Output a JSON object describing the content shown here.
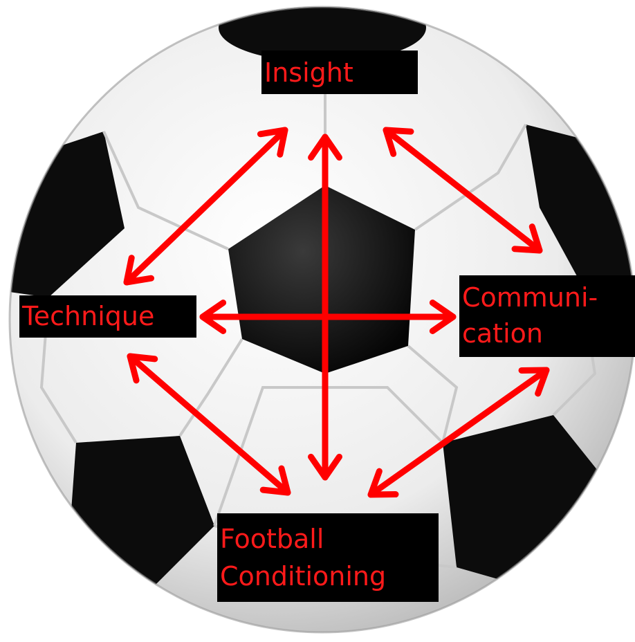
{
  "diagram": {
    "nodes": {
      "insight": {
        "lines": [
          "Insight"
        ]
      },
      "technique": {
        "lines": [
          "Technique"
        ]
      },
      "communication": {
        "lines": [
          "Communi-",
          "cation"
        ]
      },
      "football_conditioning": {
        "lines": [
          "Football",
          "Conditioning"
        ]
      }
    },
    "connections": [
      {
        "from": "insight",
        "to": "technique",
        "type": "bidirectional-arrow"
      },
      {
        "from": "insight",
        "to": "communication",
        "type": "bidirectional-arrow"
      },
      {
        "from": "insight",
        "to": "football_conditioning",
        "type": "bidirectional-arrow"
      },
      {
        "from": "technique",
        "to": "communication",
        "type": "bidirectional-arrow"
      },
      {
        "from": "technique",
        "to": "football_conditioning",
        "type": "bidirectional-arrow"
      },
      {
        "from": "communication",
        "to": "football_conditioning",
        "type": "bidirectional-arrow"
      }
    ]
  },
  "background": {
    "image": "soccer-ball",
    "colors": {
      "panel_white": "#f4f4f4",
      "panel_black": "#111111",
      "seam": "#c9c9c9"
    }
  },
  "colors": {
    "arrow": "#ff0000",
    "label_text": "#ff1a1a",
    "label_background": "#000000"
  }
}
